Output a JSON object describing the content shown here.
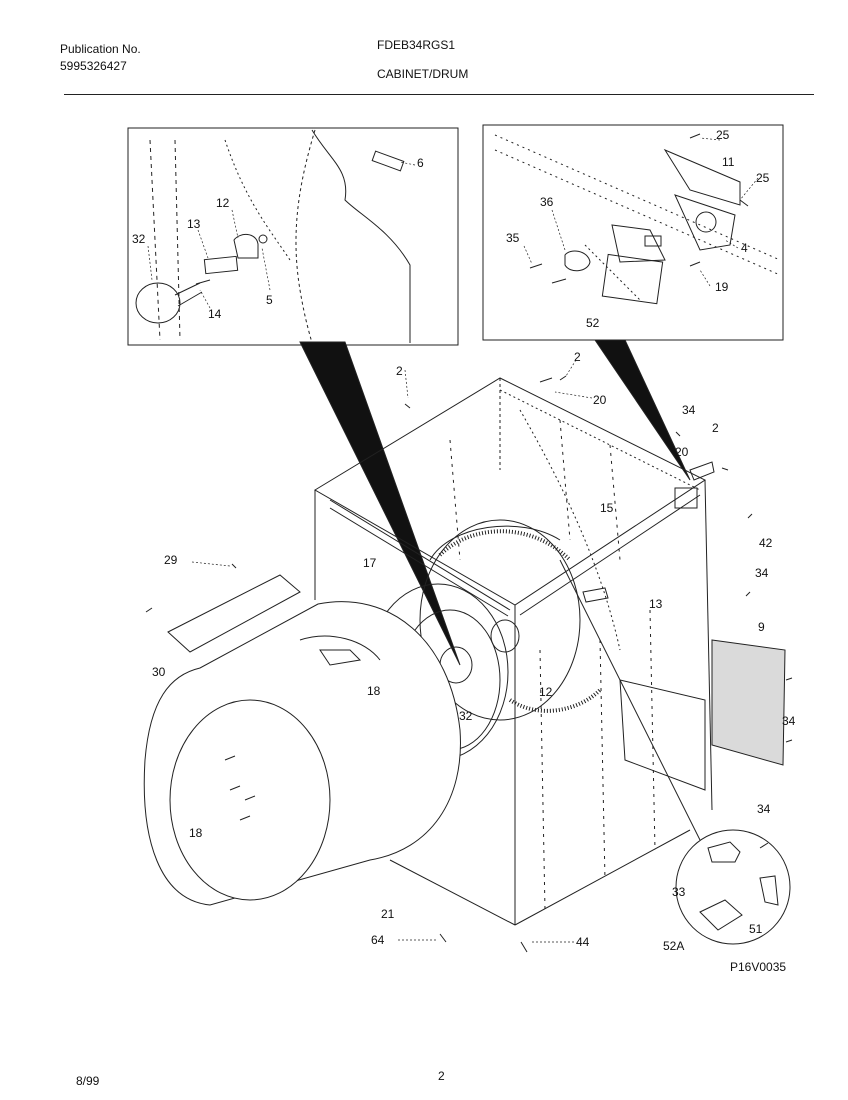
{
  "header": {
    "publication_label": "Publication No.",
    "publication_number": "5995326427",
    "model": "FDEB34RGS1",
    "section": "CABINET/DRUM"
  },
  "footer": {
    "date": "8/99",
    "page": "2",
    "diagram_code": "P16V0035"
  },
  "parts": {
    "p2a": "2",
    "p2b": "2",
    "p2c": "2",
    "p4": "4",
    "p5": "5",
    "p6": "6",
    "p9": "9",
    "p11": "11",
    "p12a": "12",
    "p12b": "12",
    "p13a": "13",
    "p13b": "13",
    "p14": "14",
    "p15": "15",
    "p17": "17",
    "p18a": "18",
    "p18b": "18",
    "p19": "19",
    "p20a": "20",
    "p20b": "20",
    "p21": "21",
    "p25a": "25",
    "p25b": "25",
    "p29": "29",
    "p30": "30",
    "p32a": "32",
    "p32b": "32",
    "p33": "33",
    "p34a": "34",
    "p34b": "34",
    "p34c": "34",
    "p34d": "34",
    "p35": "35",
    "p36": "36",
    "p42": "42",
    "p44": "44",
    "p51": "51",
    "p52": "52",
    "p52a": "52A",
    "p64": "64"
  }
}
